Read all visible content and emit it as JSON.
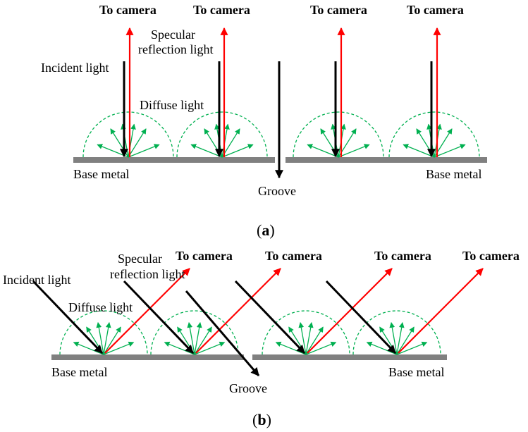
{
  "colors": {
    "incident": "#000000",
    "reflected": "#ff0000",
    "diffuse": "#00b050",
    "metal": "#808080"
  },
  "panel_a": {
    "caption_open": "(",
    "caption_letter": "a",
    "caption_close": ")",
    "labels": {
      "to_camera": "To camera",
      "specular": "Specular",
      "reflection_light": "reflection light",
      "incident": "Incident  light",
      "diffuse": "Diffuse light",
      "base_metal": "Base metal",
      "groove": "Groove"
    }
  },
  "panel_b": {
    "caption_open": "(",
    "caption_letter": "b",
    "caption_close": ")",
    "labels": {
      "to_camera": "To camera",
      "specular": "Specular",
      "reflection_light": "reflection light",
      "incident": "Incident light",
      "diffuse": "Diffuse light",
      "base_metal": "Base metal",
      "groove": "Groove"
    }
  }
}
